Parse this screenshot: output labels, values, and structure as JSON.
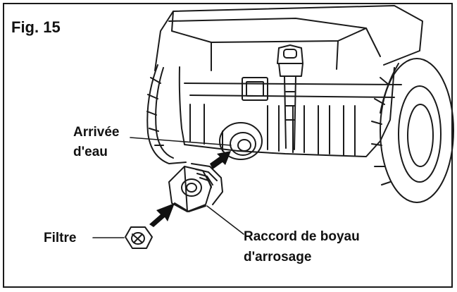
{
  "figure": {
    "title": "Fig. 15"
  },
  "labels": {
    "water_inlet_line1": "Arrivée",
    "water_inlet_line2": "d'eau",
    "filter": "Filtre",
    "hose_connector_line1": "Raccord de boyau",
    "hose_connector_line2": "d'arrosage"
  },
  "colors": {
    "ink": "#1a1a1a",
    "background": "#ffffff"
  }
}
